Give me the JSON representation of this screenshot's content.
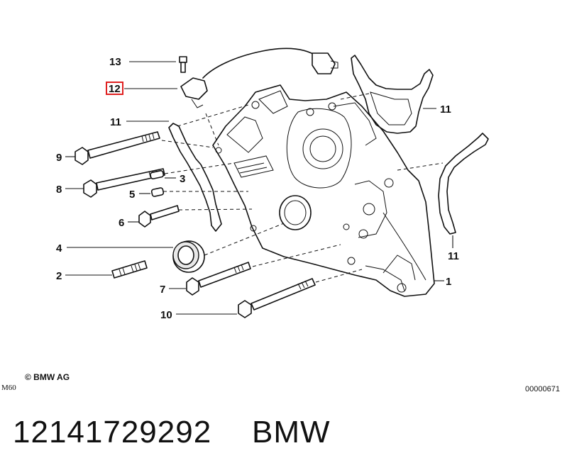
{
  "diagram": {
    "callouts": [
      "1",
      "2",
      "3",
      "4",
      "5",
      "6",
      "7",
      "8",
      "9",
      "10",
      "11",
      "11",
      "11",
      "12",
      "13"
    ],
    "highlighted_callout": "12",
    "highlight_color": "#e02020"
  },
  "footer": {
    "copyright": "© BMW AG",
    "model": "M60",
    "drawing_number": "00000671"
  },
  "product": {
    "part_number": "12141729292",
    "brand": "BMW"
  }
}
